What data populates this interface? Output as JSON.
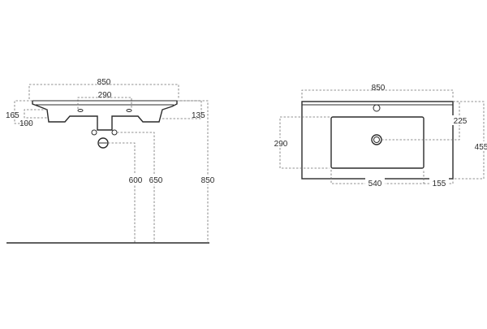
{
  "side_view": {
    "dim_width": "850",
    "dim_taps": "290",
    "dim_left_edge": "165",
    "dim_left_depth": "100",
    "dim_right_edge": "135",
    "dim_height_600": "600",
    "dim_height_650": "650",
    "dim_height_850": "850"
  },
  "top_view": {
    "dim_width": "850",
    "dim_bowl_depth": "290",
    "dim_offset": "225",
    "dim_depth": "455",
    "dim_bowl_width": "540",
    "dim_margin": "155"
  }
}
